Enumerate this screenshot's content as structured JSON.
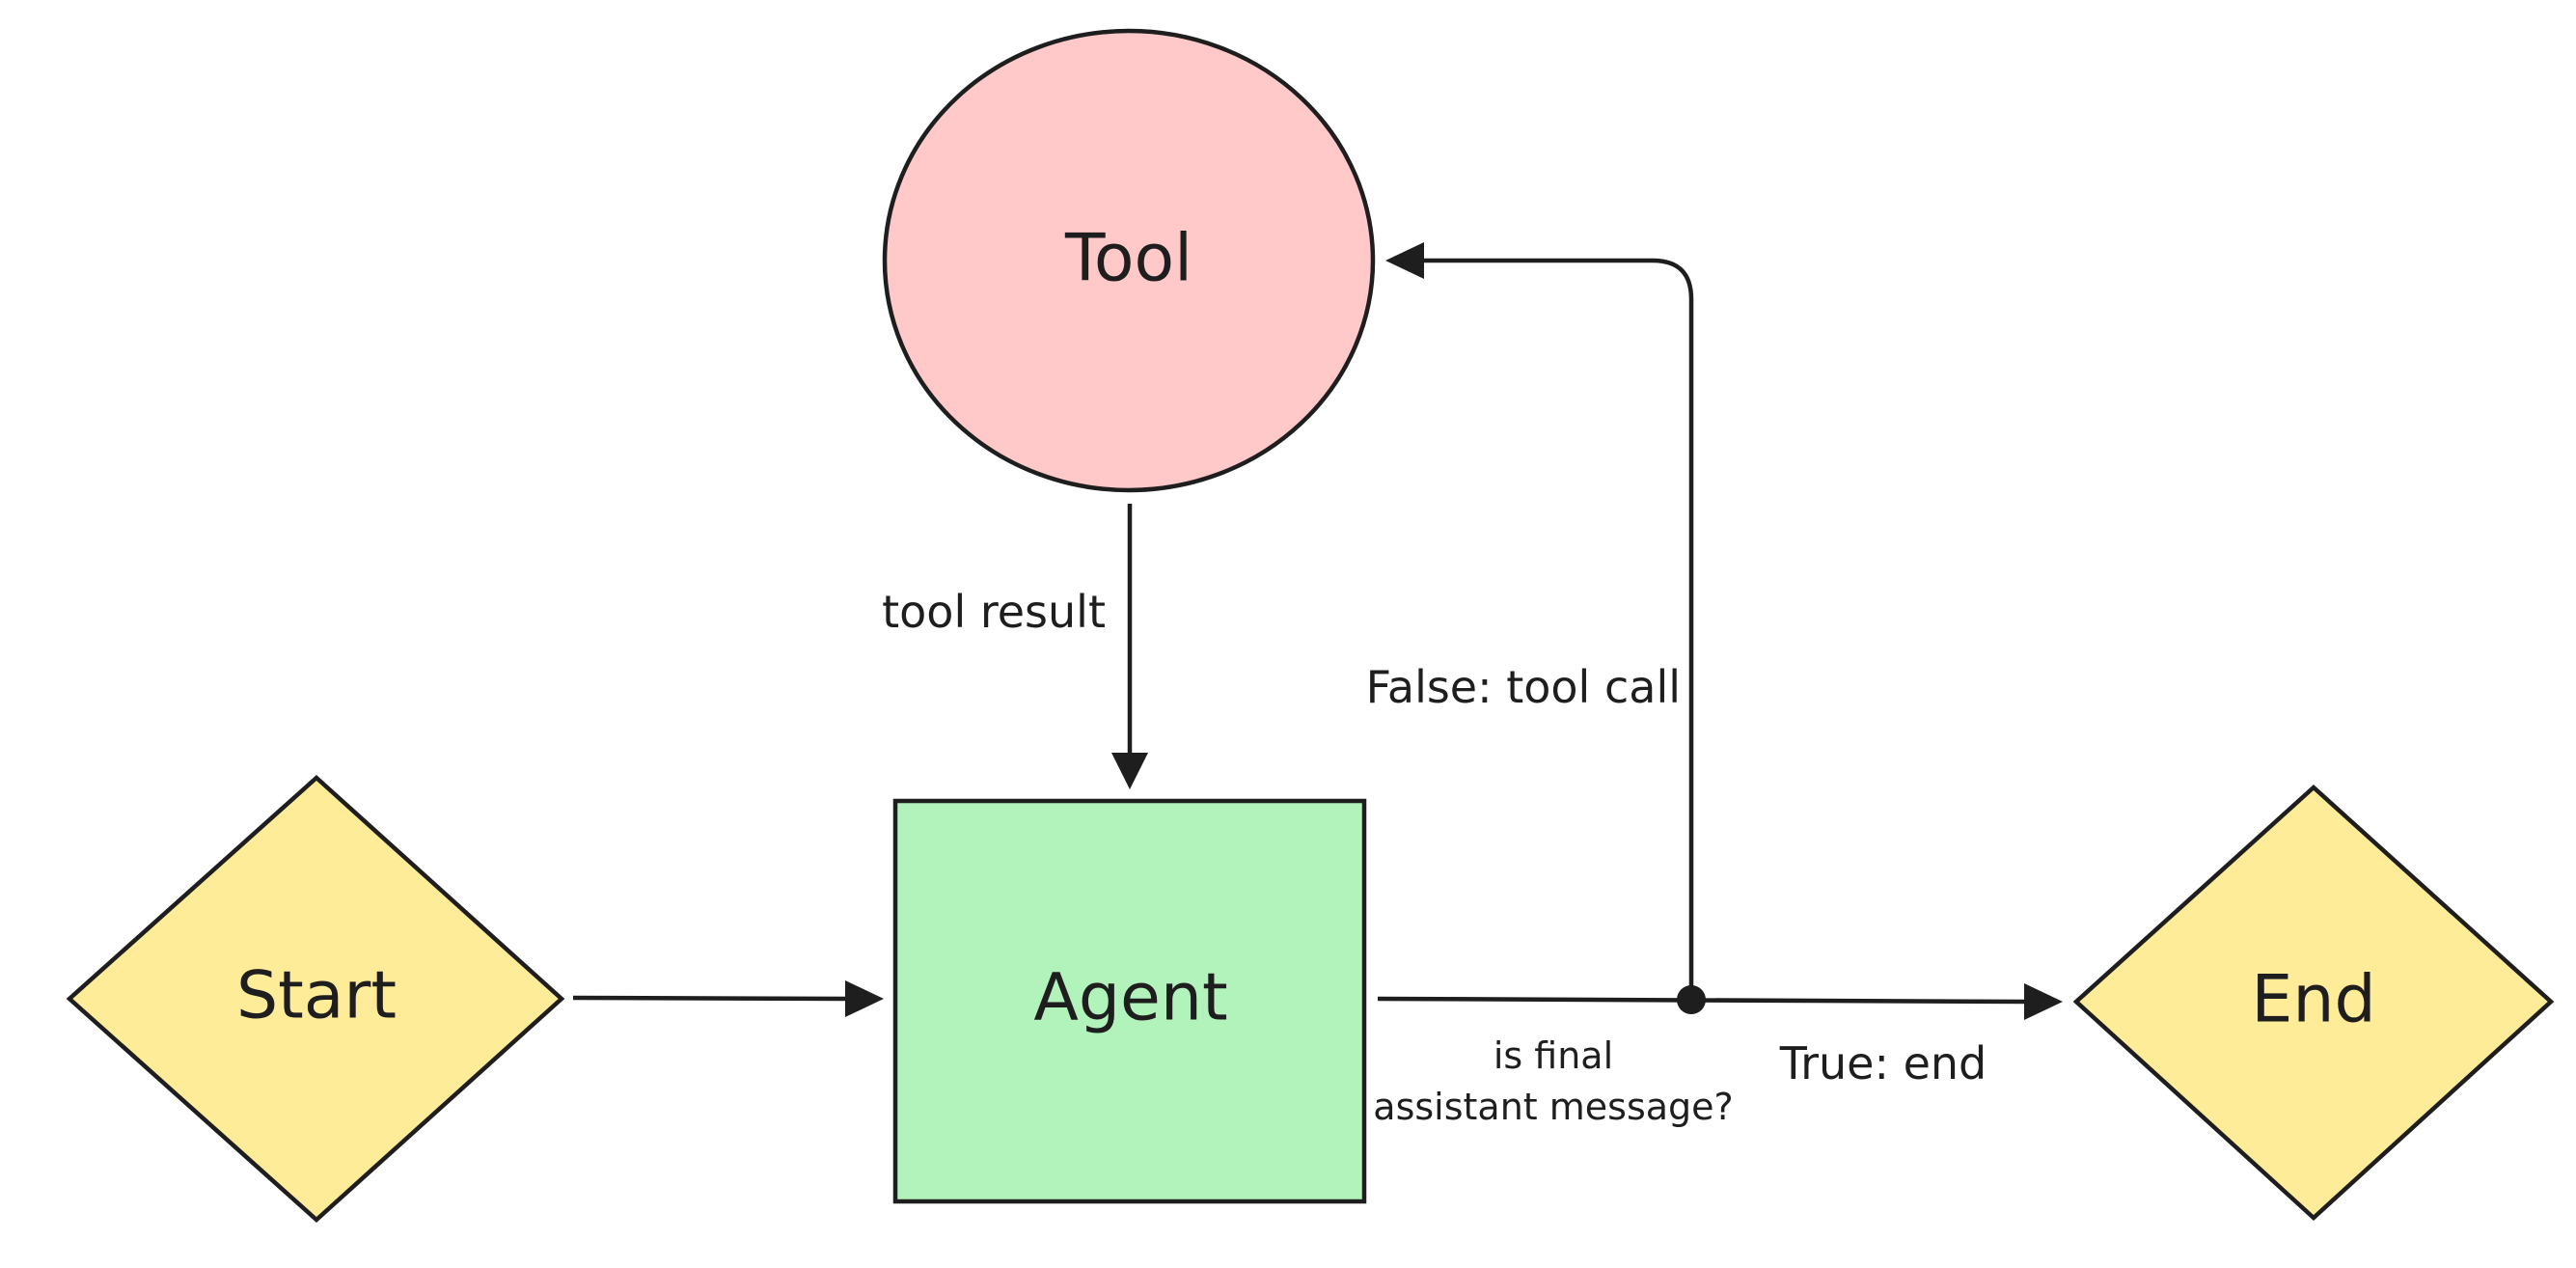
{
  "nodes": {
    "tool": {
      "label": "Tool",
      "shape": "circle",
      "fill": "#ffc9c9"
    },
    "agent": {
      "label": "Agent",
      "shape": "rectangle",
      "fill": "#b2f2bb"
    },
    "start": {
      "label": "Start",
      "shape": "diamond",
      "fill": "#ffec99"
    },
    "end": {
      "label": "End",
      "shape": "diamond",
      "fill": "#ffec99"
    }
  },
  "edges": {
    "tool_to_agent": {
      "label": "tool result"
    },
    "start_to_agent": {
      "label": ""
    },
    "agent_to_decision": {
      "label_line1": "is final",
      "label_line2": "assistant message?"
    },
    "decision_false": {
      "label": "False: tool call",
      "color": "#e03131"
    },
    "decision_true": {
      "label": "True: end",
      "color": "#2f9e44"
    }
  },
  "colors": {
    "stroke": "#1e1e1e",
    "background": "#ffffff"
  }
}
